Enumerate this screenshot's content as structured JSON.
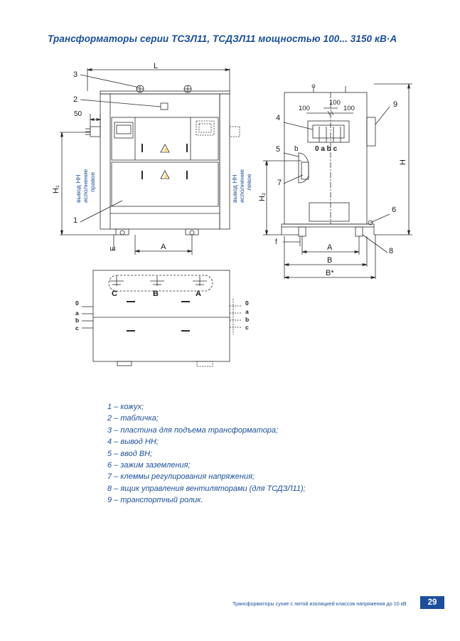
{
  "page": {
    "title": "Трансформаторы серии ТСЗЛ11, ТСДЗЛ11 мощностью 100... 3150 кВ·А",
    "footer": "Трансформаторы сухие с литой изоляцией классов напряжения до 10 кВ",
    "page_number": "29"
  },
  "front_view": {
    "callouts": [
      "1",
      "2",
      "3"
    ],
    "dim_L": "L",
    "dim_50": "50",
    "dim_H1": "H₁",
    "dim_E": "E",
    "dim_A": "A",
    "left_label_1": "вывод НН",
    "left_label_2": "исполнение",
    "left_label_3": "правое",
    "right_label_1": "вывод НН",
    "right_label_2": "исполнение",
    "right_label_3": "левое",
    "warning_symbol": "⚡"
  },
  "side_view": {
    "callouts": [
      "4",
      "5",
      "6",
      "7",
      "8",
      "9"
    ],
    "dim_100_a": "100",
    "dim_100_b": "100",
    "dim_100_c": "100",
    "terminals": "0 a b c",
    "dim_b": "b",
    "dim_H": "H",
    "dim_H2": "H₂",
    "dim_f": "f",
    "dim_A": "A",
    "dim_B": "B",
    "dim_Bstar": "B*"
  },
  "top_view": {
    "phases": [
      "C",
      "B",
      "A"
    ],
    "left_terminals": [
      "0",
      "a",
      "b",
      "c"
    ],
    "right_terminals": [
      "0",
      "a",
      "b",
      "c"
    ]
  },
  "legend": [
    "1 – кожух;",
    "2 – табличка;",
    "3 – пластина для подъема трансформатора;",
    "4 – вывод НН;",
    "5 – ввод ВН;",
    "6 – зажим заземления;",
    "7 – клеммы регулирования напряжения;",
    "8 – ящик управления вентиляторами (для ТСДЗЛ11);",
    "9 – транспортный ролик."
  ],
  "colors": {
    "accent": "#1a4f9c",
    "line": "#2a2a2a"
  }
}
